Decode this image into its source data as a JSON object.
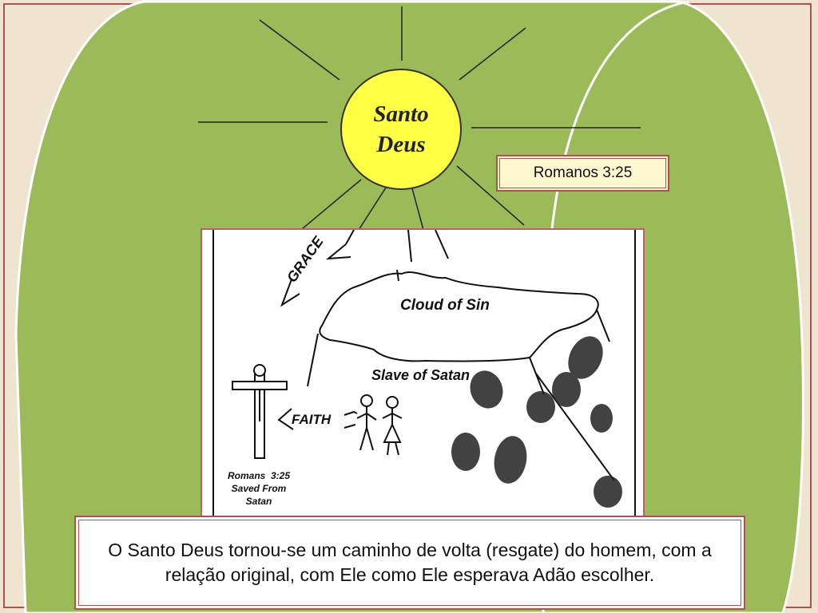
{
  "sun": {
    "line1": "Santo",
    "line2": "Deus"
  },
  "reference": "Romanos 3:25",
  "picture": {
    "grace": "GRACE",
    "cloud": "Cloud of Sin",
    "slave": "Slave of Satan",
    "faith": "FAITH",
    "romans_line1": "Romans  3:25",
    "romans_line2": "Saved From",
    "romans_line3": "Satan"
  },
  "caption": "O Santo Deus tornou-se um caminho de volta (resgate) do homem, com a relação original, com Ele como Ele esperava Adão escolher.",
  "colors": {
    "background": "#efe4cf",
    "green": "#9bbb59",
    "sun": "#ffff44",
    "border": "#b05050"
  }
}
